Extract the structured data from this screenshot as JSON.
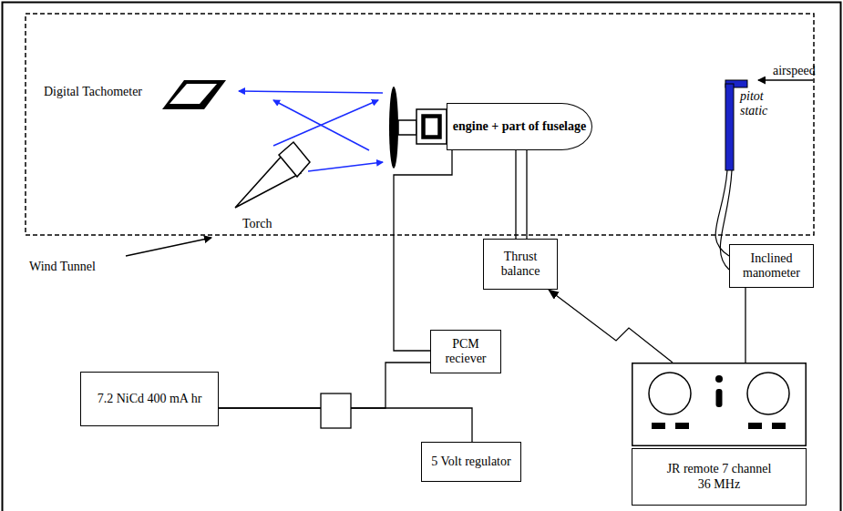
{
  "diagram": {
    "nodes": [
      {
        "text": [
          "engine + part of fuselage"
        ]
      },
      {
        "text": [
          "Thrust balance"
        ]
      },
      {
        "text": [
          "Inclined manometer"
        ]
      },
      {
        "text": [
          "PCM reciever"
        ]
      },
      {
        "text": [
          "7.2 NiCd 400 mA hr"
        ]
      },
      {
        "text": [
          "5 Volt regulator"
        ]
      },
      {
        "text": [
          "JR remote 7 channel 36 MHz"
        ]
      }
    ],
    "edges": [
      {
        "from": 0,
        "to": 1,
        "arrow": "none"
      },
      {
        "from": 6,
        "to": 2,
        "arrow": "none"
      },
      {
        "from": 6,
        "to": 1,
        "arrow": "to"
      },
      {
        "from": 3,
        "to": 0,
        "arrow": "none"
      },
      {
        "from": 4,
        "to": 3,
        "arrow": "none"
      },
      {
        "from": 4,
        "to": 5,
        "arrow": "none"
      }
    ],
    "labels": [
      "Digital Tachometer",
      "Torch",
      "airspeed",
      "pitot static",
      "Wind Tunnel"
    ]
  }
}
